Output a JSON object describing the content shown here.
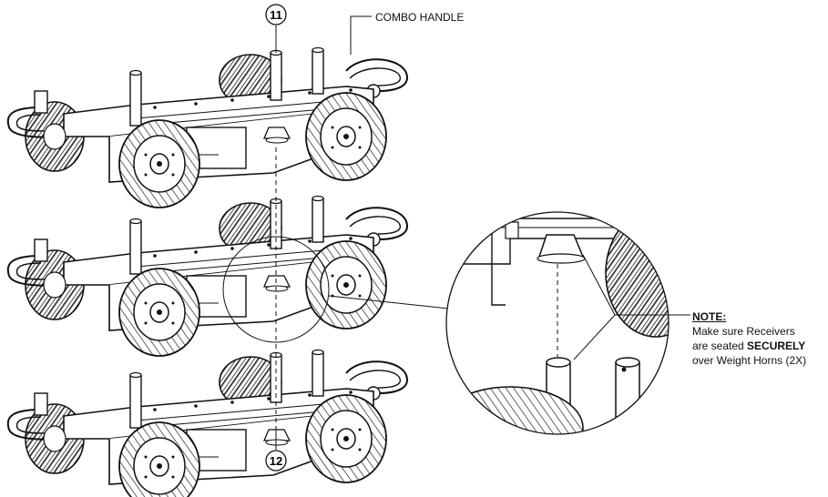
{
  "callouts": {
    "top": "11",
    "bottom": "12"
  },
  "labels": {
    "combo_handle": "COMBO HANDLE"
  },
  "note": {
    "title": "NOTE:",
    "line1": "Make sure Receivers",
    "line2_pre": "are seated ",
    "line2_bold": "SECURELY",
    "line3": "over Weight Horns (2X)"
  }
}
